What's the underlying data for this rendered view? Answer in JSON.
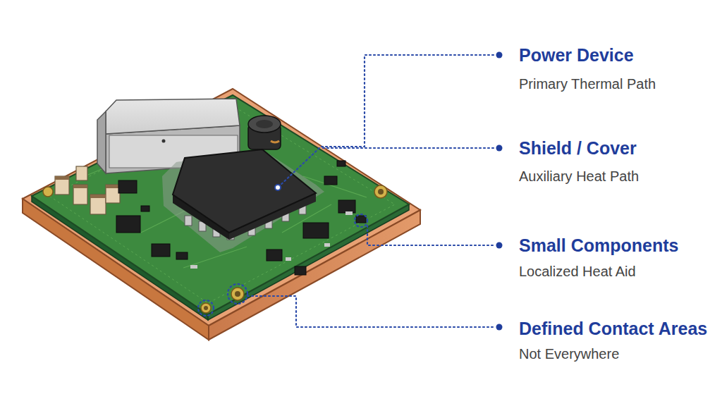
{
  "diagram": {
    "labels": [
      "Power Device",
      "Primary Thermal Path",
      "Shield / Cover",
      "Auxiliary Heat Path",
      "Small Components",
      "Localized Heat Aid",
      "Defined Contact Areas",
      "Not Everywhere"
    ]
  }
}
